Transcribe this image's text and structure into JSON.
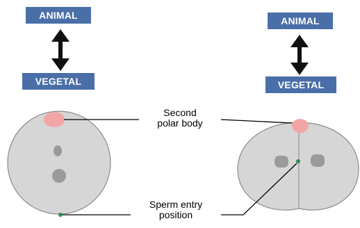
{
  "labels": {
    "animal_left": "ANIMAL",
    "vegetal_left": "VEGETAL",
    "animal_right": "ANIMAL",
    "vegetal_right": "VEGETAL",
    "polar_body_line1": "Second",
    "polar_body_line2": "polar body",
    "sperm_entry_line1": "Sperm entry",
    "sperm_entry_line2": "position"
  },
  "colors": {
    "label_box": "#4a6fa8",
    "embryo_fill": "#d6d6d6",
    "embryo_stroke": "#8a8a8a",
    "polar_body": "#f2a5a5",
    "nucleus": "#9a9a9a",
    "sperm_entry_marker": "#2e8b57",
    "arrow": "#111111"
  },
  "icons": {
    "axis_arrow": "double-headed-vertical-arrow-icon"
  }
}
